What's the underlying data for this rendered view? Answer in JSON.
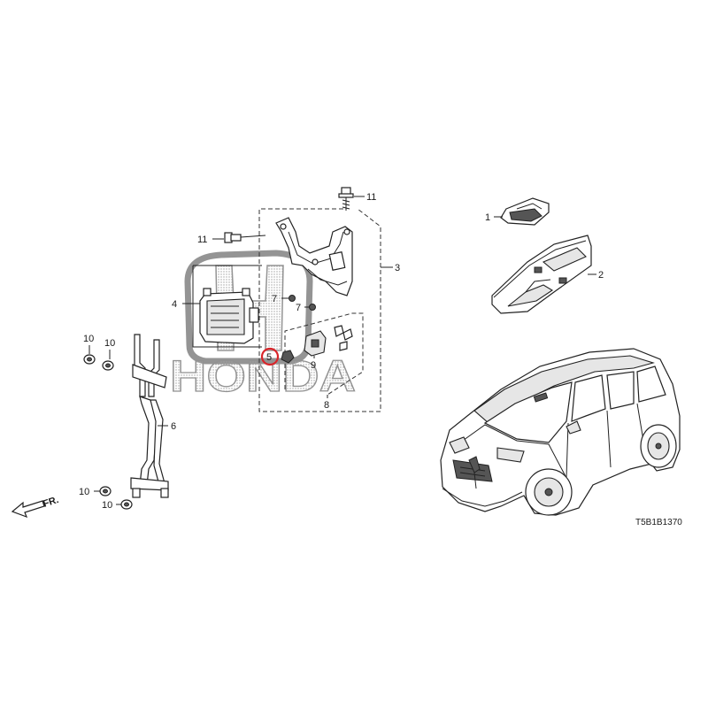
{
  "diagram": {
    "code": "T5B1B1370",
    "direction_label": "FR.",
    "highlight_color": "#d9252a",
    "watermark_color": "#9e9e9e",
    "callouts": {
      "c1": "1",
      "c2": "2",
      "c3": "3",
      "c4": "4",
      "c5": "5",
      "c6": "6",
      "c7a": "7",
      "c7b": "7",
      "c8": "8",
      "c9": "9",
      "c10a": "10",
      "c10b": "10",
      "c10c": "10",
      "c10d": "10",
      "c11a": "11",
      "c11b": "11"
    },
    "watermark_text": "HONDA",
    "highlighted_callout": "5"
  }
}
